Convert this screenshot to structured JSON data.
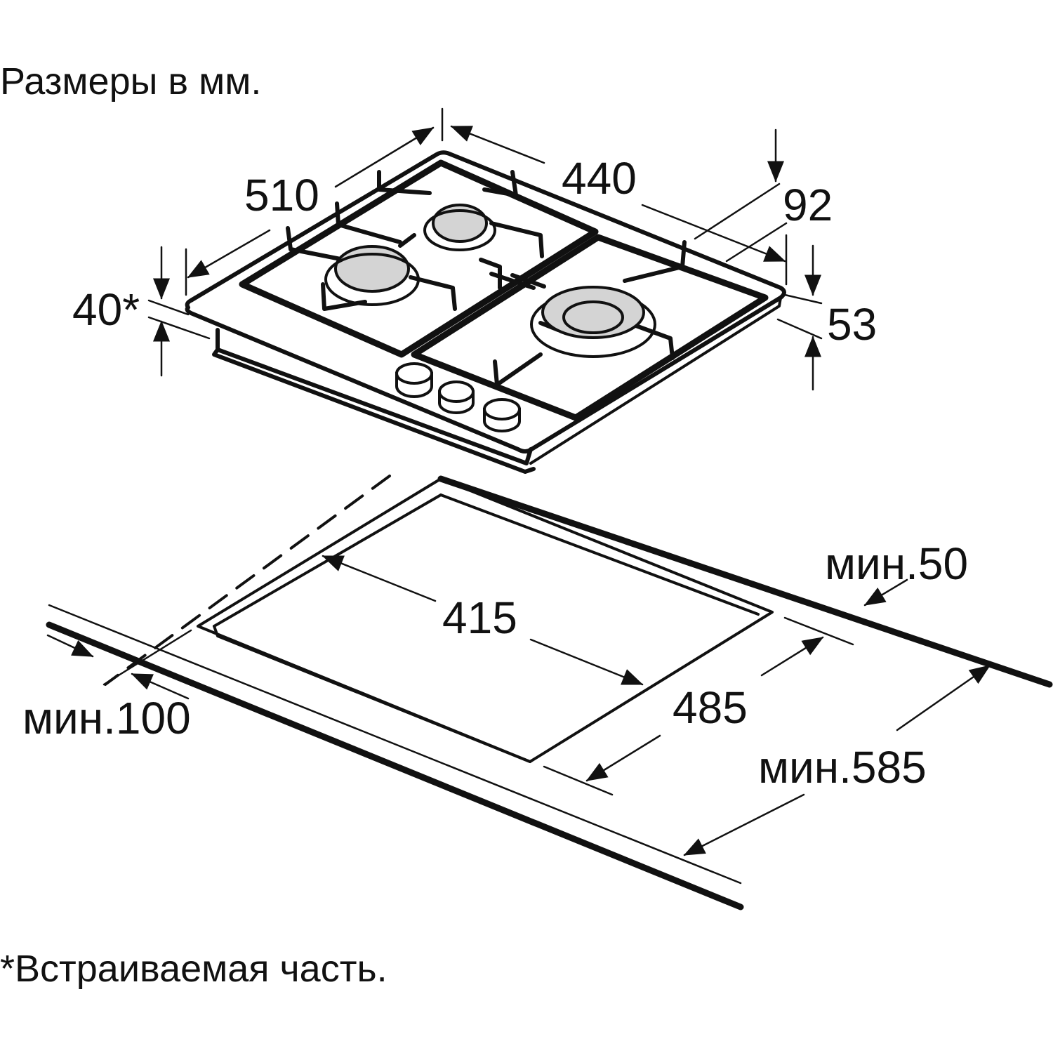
{
  "header": {
    "title": "Размеры в мм."
  },
  "footnote": {
    "text": "*Встраиваемая часть."
  },
  "hob_dimensions": {
    "width": "510",
    "depth": "440",
    "build_in_height": "40*",
    "top_gap": "92",
    "total_height": "53"
  },
  "cutout_dimensions": {
    "cutout_width": "415",
    "cutout_depth": "485",
    "min_rear": "мин.50",
    "min_front": "мин.100",
    "min_worktop": "мин.585"
  }
}
